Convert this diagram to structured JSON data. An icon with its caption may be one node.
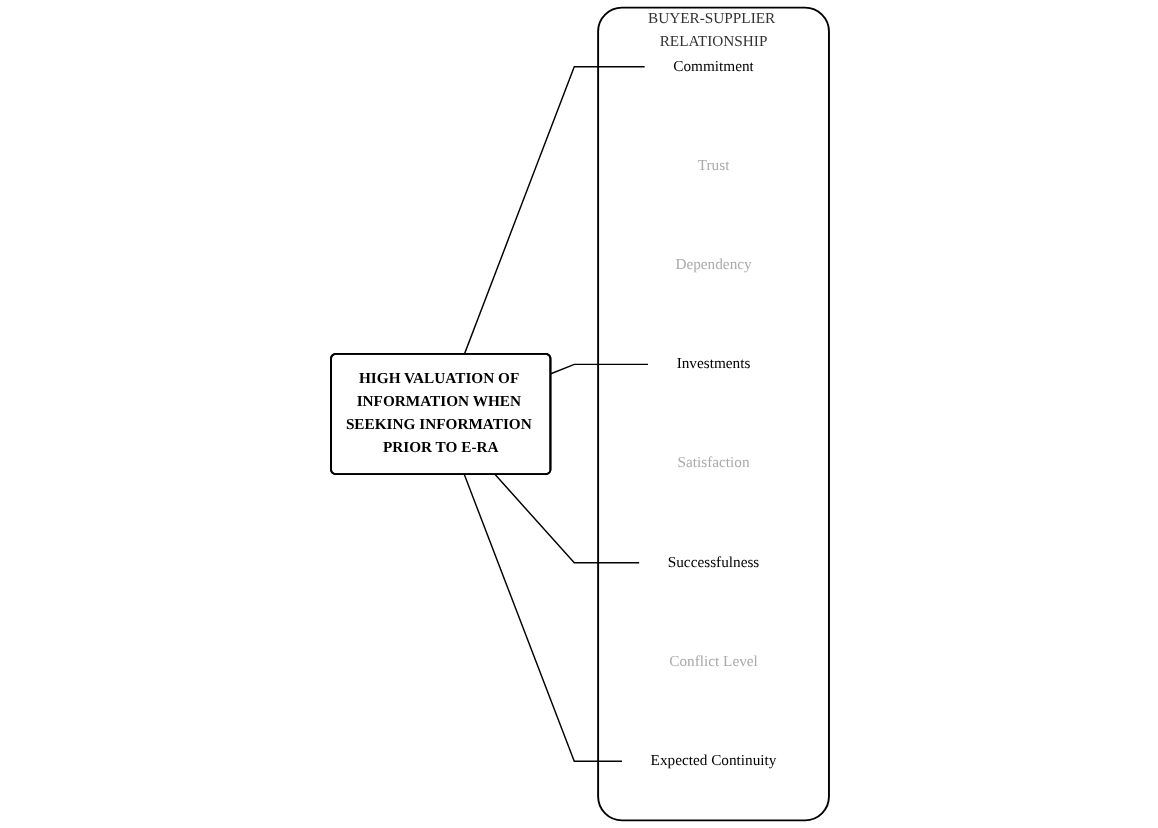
{
  "diagram": {
    "nodes": [
      {
        "text": [
          "HIGH VALUATION OF INFORMATION WHEN SEEKING INFORMATION PRIOR TO E-RA"
        ]
      },
      {
        "text": [
          "BUYER-SUPPLIER RELATIONSHIP"
        ]
      },
      {
        "text": [
          "Commitment"
        ],
        "in": 1
      },
      {
        "text": [
          "Trust"
        ],
        "in": 1
      },
      {
        "text": [
          "Dependency"
        ],
        "in": 1
      },
      {
        "text": [
          "Investments"
        ],
        "in": 1
      },
      {
        "text": [
          "Satisfaction"
        ],
        "in": 1
      },
      {
        "text": [
          "Successfulness"
        ],
        "in": 1
      },
      {
        "text": [
          "Conflict Level"
        ],
        "in": 1
      },
      {
        "text": [
          "Expected Continuity"
        ],
        "in": 1
      }
    ],
    "edges": [
      {
        "from": 0,
        "to": 2,
        "arrow": "none"
      },
      {
        "from": 0,
        "to": 5,
        "arrow": "none"
      },
      {
        "from": 0,
        "to": 7,
        "arrow": "none"
      },
      {
        "from": 0,
        "to": 9,
        "arrow": "none"
      }
    ]
  }
}
